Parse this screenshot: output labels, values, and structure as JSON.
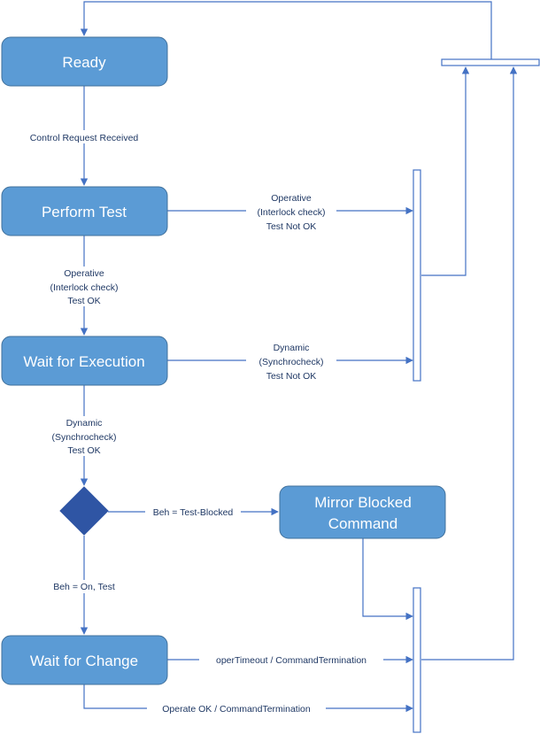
{
  "states": {
    "ready": "Ready",
    "perform_test": "Perform Test",
    "wait_for_execution": "Wait for Execution",
    "mirror_blocked_command": [
      "Mirror Blocked",
      "Command"
    ],
    "wait_for_change": "Wait for Change"
  },
  "transitions": {
    "control_request_received": [
      "Control Request Received"
    ],
    "perform_test_to_wait": [
      "Operative",
      "(Interlock check)",
      "Test OK"
    ],
    "perform_test_fail": [
      "Operative",
      "(Interlock check)",
      "Test Not OK"
    ],
    "wait_exec_to_decision": [
      "Dynamic",
      "(Synchrocheck)",
      "Test OK"
    ],
    "wait_exec_fail": [
      "Dynamic",
      "(Synchrocheck)",
      "Test Not OK"
    ],
    "decision_to_mirror": [
      "Beh = Test-Blocked"
    ],
    "decision_to_wait_change": [
      "Beh = On, Test"
    ],
    "oper_timeout": [
      "operTimeout / CommandTermination"
    ],
    "operate_ok": [
      "Operate OK / CommandTermination"
    ]
  },
  "colors": {
    "state_fill": "#5b9bd5",
    "state_text": "#ffffff",
    "connector": "#4472c4",
    "decision_fill": "#2f55a4",
    "label_text": "#1f3864"
  }
}
